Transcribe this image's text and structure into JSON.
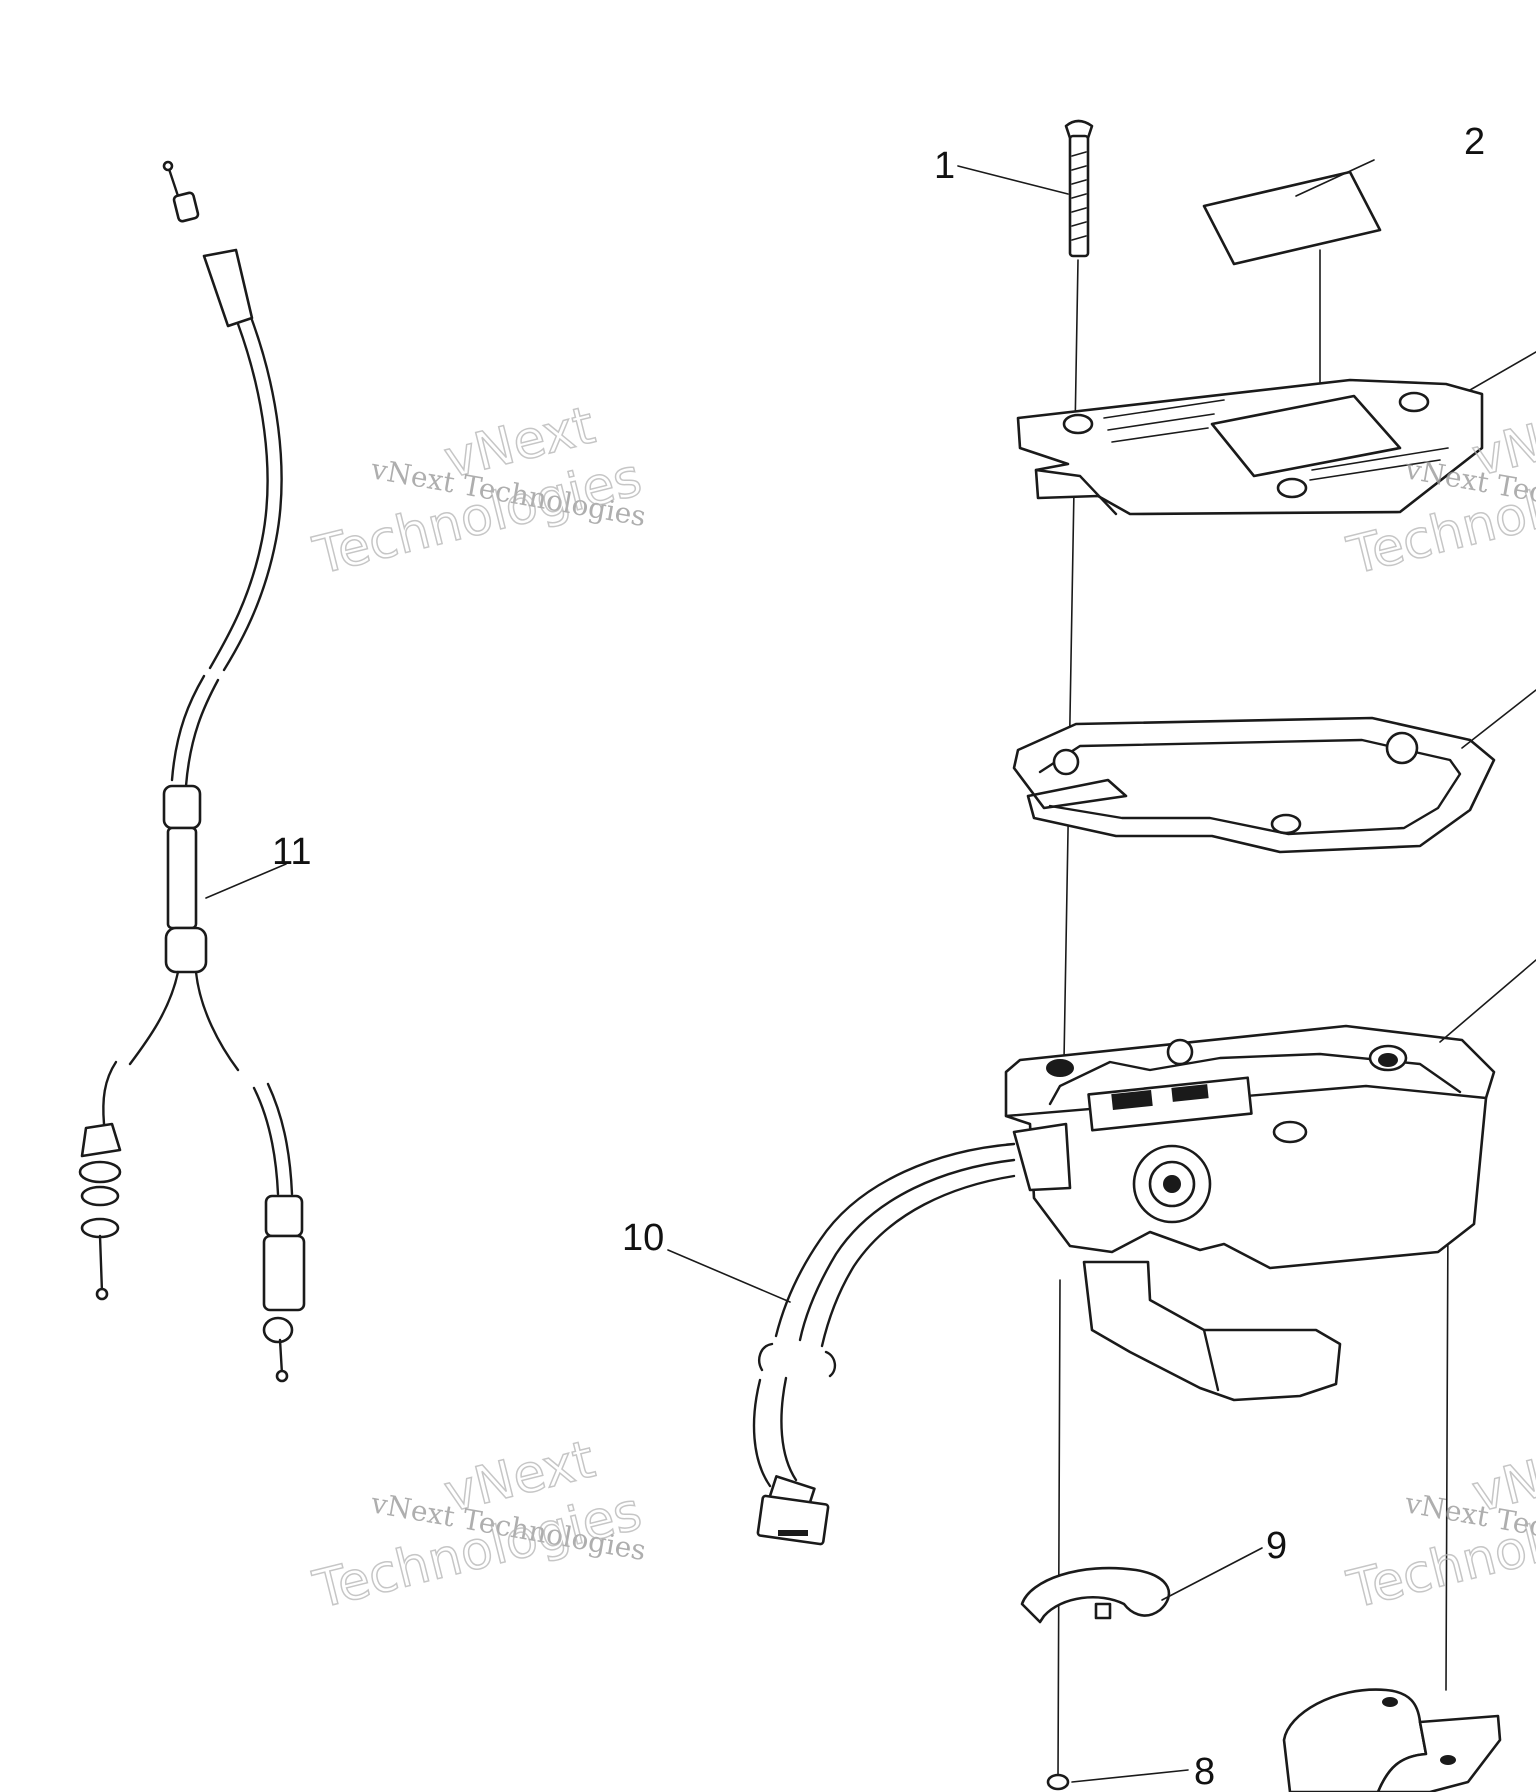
{
  "callouts": {
    "c1": "1",
    "c2": "2",
    "c8": "8",
    "c9": "9",
    "c10": "10",
    "c11": "11"
  },
  "watermark": {
    "line1": "vNext",
    "line2": "Technologies",
    "full": "vNext Technologies"
  }
}
